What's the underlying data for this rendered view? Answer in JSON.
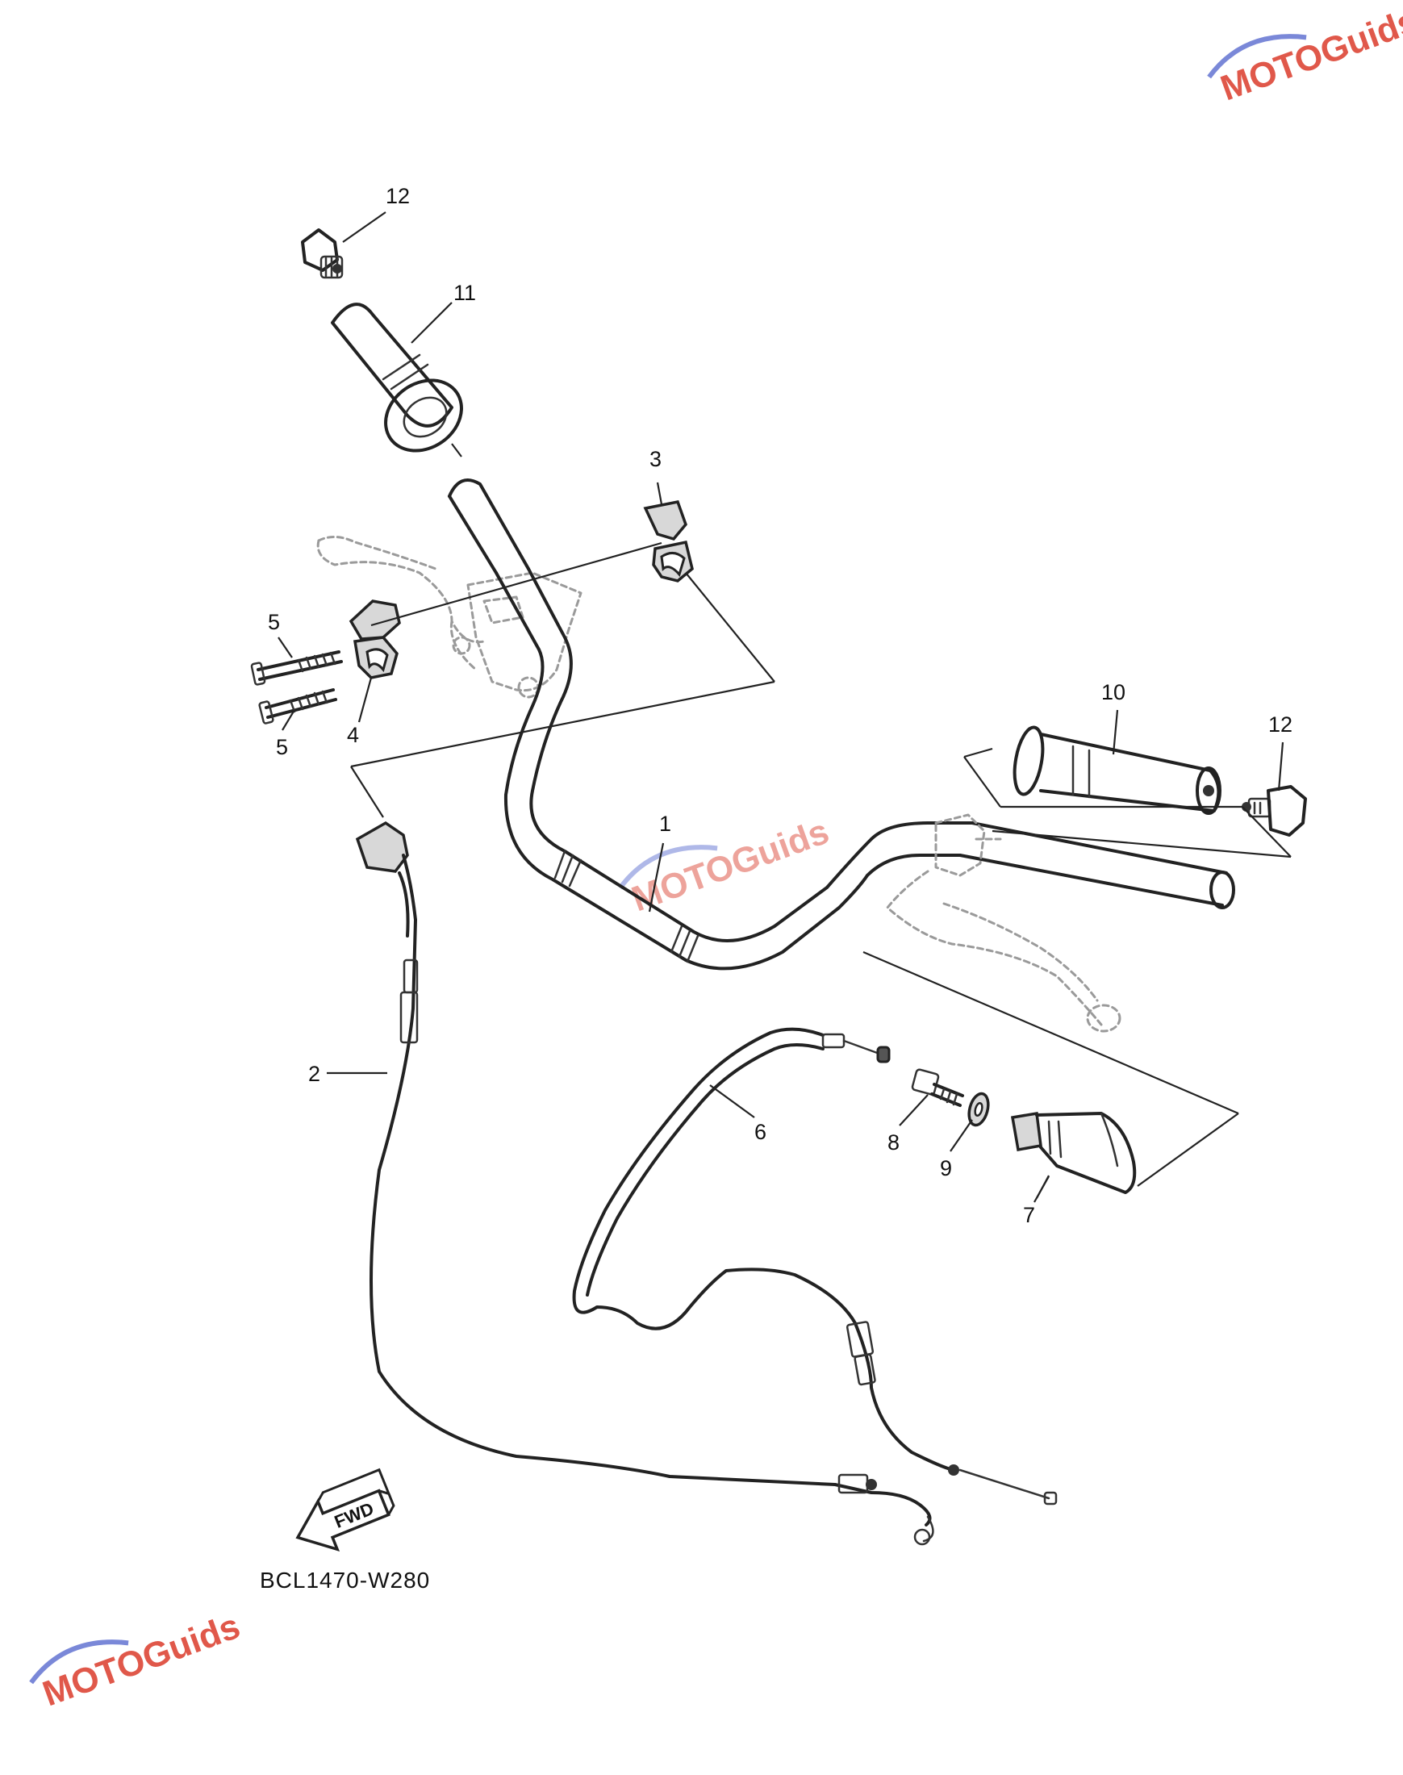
{
  "diagram_code": "BCL1470-W280",
  "forward_label": "FWD",
  "watermark": "MOTOGuids",
  "callouts": [
    {
      "id": "c1",
      "label": "1"
    },
    {
      "id": "c2",
      "label": "2"
    },
    {
      "id": "c3",
      "label": "3"
    },
    {
      "id": "c4",
      "label": "4"
    },
    {
      "id": "c5a",
      "label": "5"
    },
    {
      "id": "c5b",
      "label": "5"
    },
    {
      "id": "c6",
      "label": "6"
    },
    {
      "id": "c7",
      "label": "7"
    },
    {
      "id": "c8",
      "label": "8"
    },
    {
      "id": "c9",
      "label": "9"
    },
    {
      "id": "c10",
      "label": "10"
    },
    {
      "id": "c11",
      "label": "11"
    },
    {
      "id": "c12a",
      "label": "12"
    },
    {
      "id": "c12b",
      "label": "12"
    }
  ],
  "colors": {
    "line": "#222222",
    "watermark_red": "#e0584a",
    "watermark_blue": "#7a88d8"
  }
}
